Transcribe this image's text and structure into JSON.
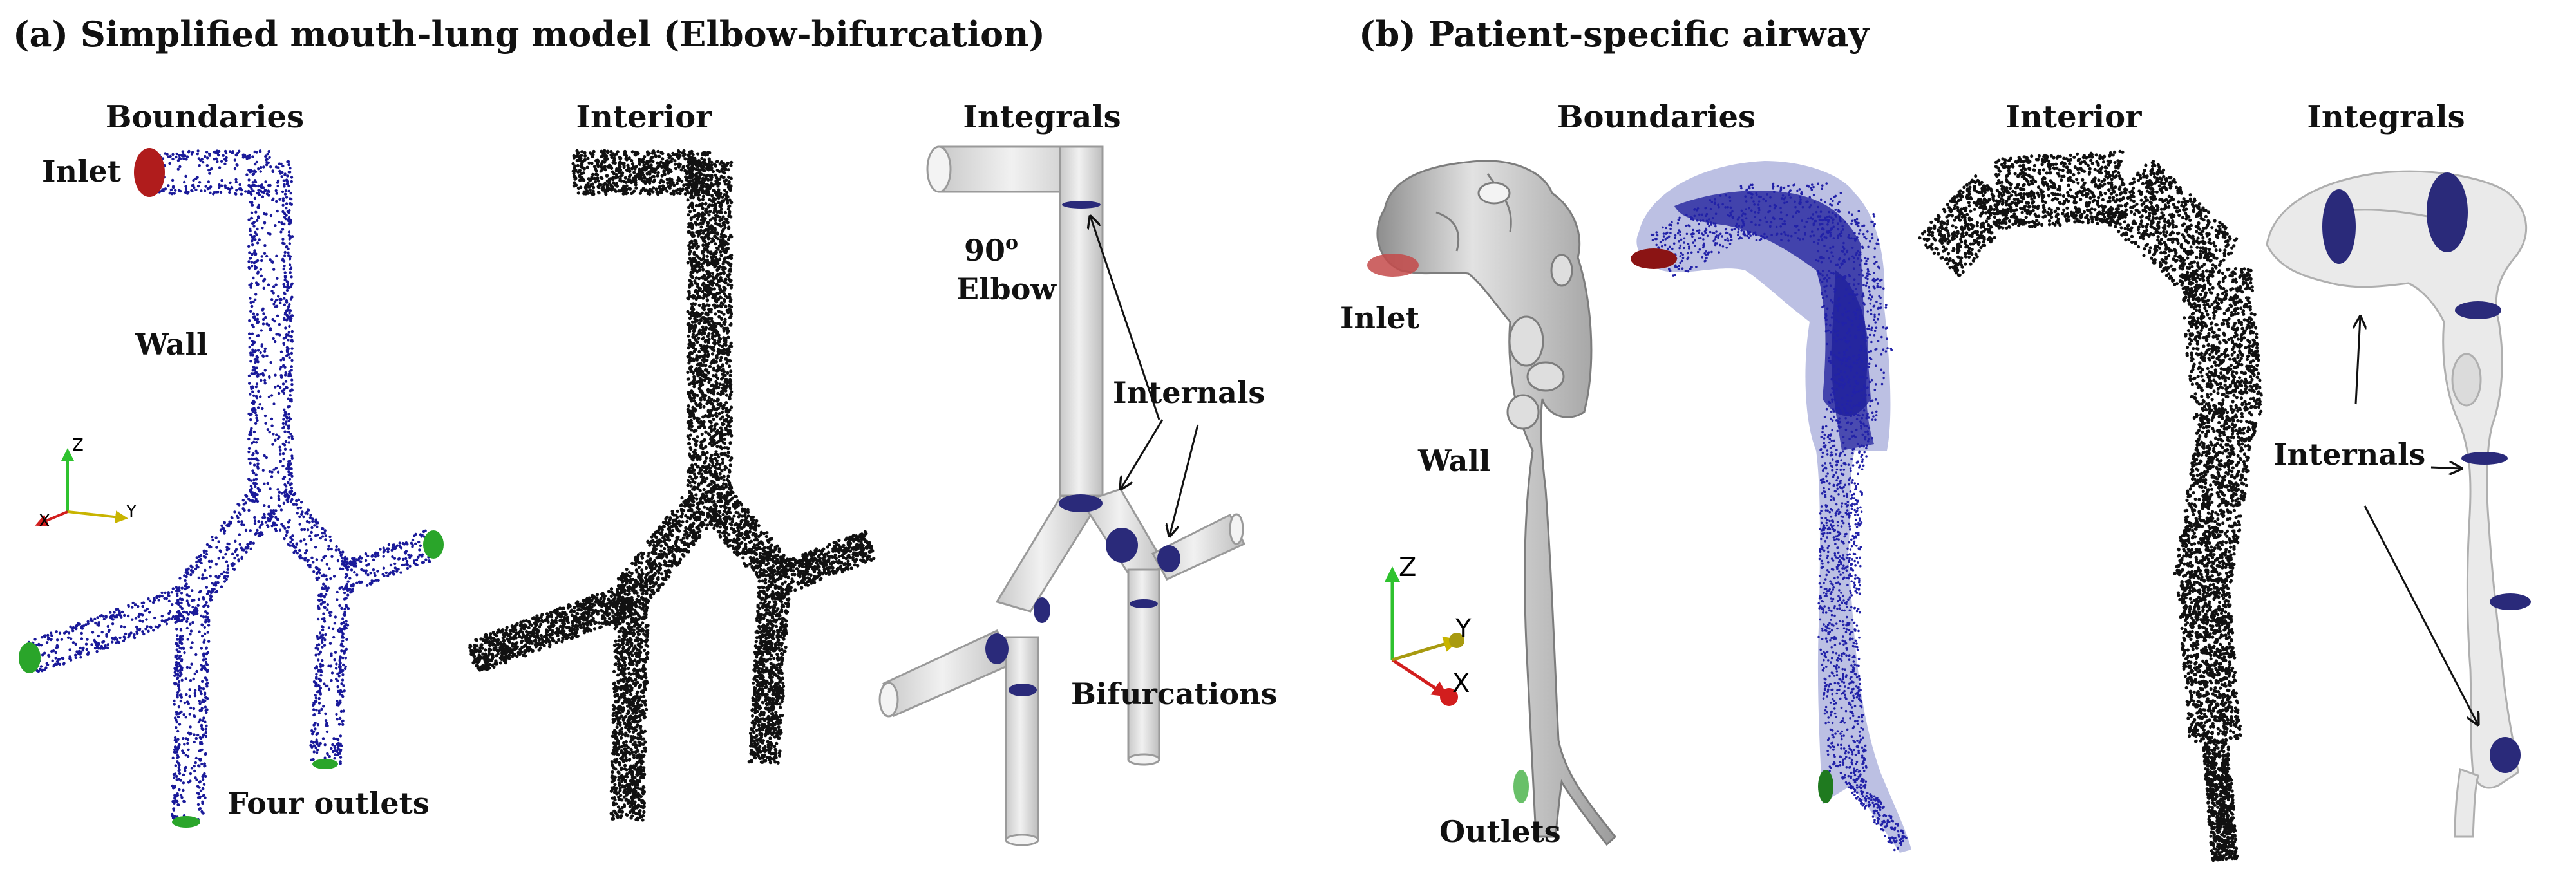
{
  "panel_a": {
    "title": "(a) Simplified mouth-lung model (Elbow-bifurcation)",
    "headers": {
      "boundaries": "Boundaries",
      "interior": "Interior",
      "integrals": "Integrals"
    },
    "labels": {
      "inlet": "Inlet",
      "wall": "Wall",
      "four_outlets": "Four outlets",
      "elbow_deg": "90",
      "elbow_sup": "o",
      "elbow": "Elbow",
      "internals": "Internals",
      "bifurcations": "Bifurcations"
    },
    "axes": {
      "z": "Z",
      "x": "X",
      "y": "Y"
    }
  },
  "panel_b": {
    "title": "(b) Patient-specific airway",
    "headers": {
      "boundaries": "Boundaries",
      "interior": "Interior",
      "integrals": "Integrals"
    },
    "labels": {
      "inlet": "Inlet",
      "wall": "Wall",
      "outlets": "Outlets",
      "internals": "Internals"
    },
    "axes": {
      "z": "Z",
      "x": "X",
      "y": "Y"
    }
  },
  "colors": {
    "inlet": "#b01c1c",
    "outlet": "#2aa52a",
    "boundary_points": "#1a1a9a",
    "interior_points": "#111111",
    "internal_planes": "#2a2a7a",
    "tube_fill": "#e6e6e6",
    "airway_solid": "#cfcfcf"
  }
}
